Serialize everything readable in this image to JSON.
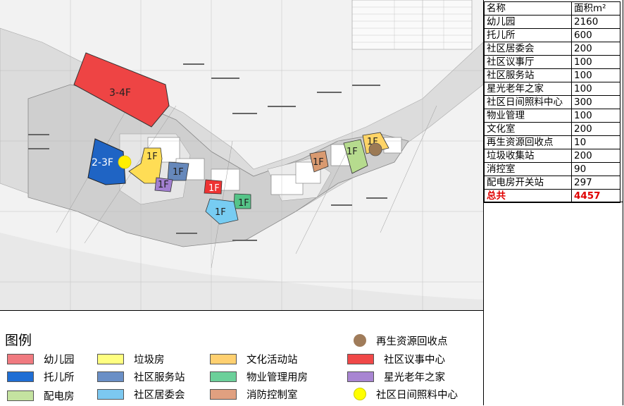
{
  "table": {
    "header": {
      "name": "名称",
      "area": "面积m²"
    },
    "rows": [
      {
        "name": "幼儿园",
        "area": "2160"
      },
      {
        "name": "托儿所",
        "area": "600"
      },
      {
        "name": "社区居委会",
        "area": "200"
      },
      {
        "name": "社区议事厅",
        "area": "100"
      },
      {
        "name": "社区服务站",
        "area": "100"
      },
      {
        "name": "星光老年之家",
        "area": "100"
      },
      {
        "name": "社区日间照料中心",
        "area": "300"
      },
      {
        "name": "物业管理",
        "area": "100"
      },
      {
        "name": "文化室",
        "area": "200"
      },
      {
        "name": "再生资源回收点",
        "area": "10"
      },
      {
        "name": "垃圾收集站",
        "area": "200"
      },
      {
        "name": "消控室",
        "area": "90"
      },
      {
        "name": "配电房开关站",
        "area": "297"
      }
    ],
    "total": {
      "name": "总共",
      "area": "4457"
    }
  },
  "plan": {
    "labels": {
      "kindergarten": "3-4F",
      "nursery": "2-3F",
      "garbage": "1F",
      "service": "1F",
      "elderly": "1F",
      "hall": "1F",
      "property": "1F",
      "committee": "1F",
      "fire": "1F",
      "power": "1F",
      "culture": "1F"
    },
    "colors": {
      "kindergarten": "#ee4444",
      "nursery": "#1f64c4",
      "garbage": "#ffff66",
      "service": "#6688bb",
      "committee": "#77ccf2",
      "power": "#b6db8e",
      "culture": "#ffd466",
      "property": "#55c488",
      "fire": "#d99a70",
      "hall": "#ee3333",
      "elderly": "#a27fd0",
      "recycle": "#9c7a55",
      "daycare": "#ffee00"
    }
  },
  "legend": {
    "title": "图例",
    "items": [
      {
        "label": "幼儿园",
        "color": "#f07a80",
        "kind": "box"
      },
      {
        "label": "垃圾房",
        "color": "#ffff80",
        "kind": "box"
      },
      {
        "label": "文化活动站",
        "color": "#ffd070",
        "kind": "box"
      },
      {
        "label": "再生资源回收点",
        "color": "#a07c5a",
        "kind": "dot"
      },
      {
        "label": "托儿所",
        "color": "#1f6ed4",
        "kind": "box"
      },
      {
        "label": "社区服务站",
        "color": "#6a8fc6",
        "kind": "box"
      },
      {
        "label": "物业管理用房",
        "color": "#6cd09a",
        "kind": "box"
      },
      {
        "label": "社区议事中心",
        "color": "#f04848",
        "kind": "box"
      },
      {
        "label": "配电房",
        "color": "#c4e3a0",
        "kind": "box"
      },
      {
        "label": "社区居委会",
        "color": "#7cc8f0",
        "kind": "box"
      },
      {
        "label": "消防控制室",
        "color": "#e0a080",
        "kind": "box"
      },
      {
        "label": "星光老年之家",
        "color": "#a885d2",
        "kind": "box"
      },
      {
        "label": "社区日间照料中心",
        "color": "#ffff00",
        "kind": "dot"
      }
    ]
  }
}
